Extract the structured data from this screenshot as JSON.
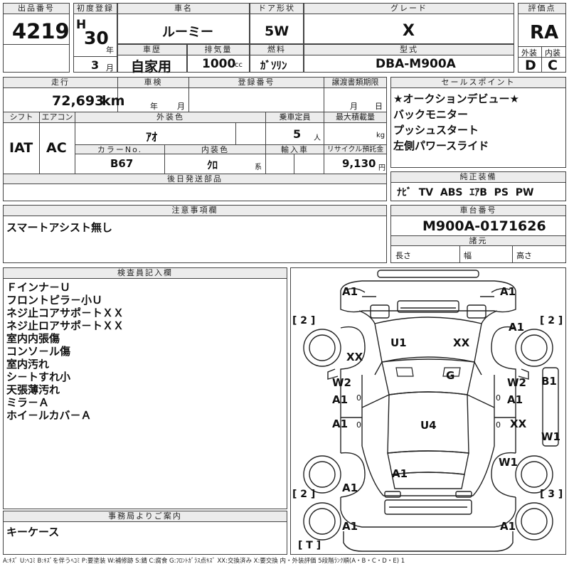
{
  "lot": {
    "label": "出品番号",
    "value": "4219"
  },
  "first_reg": {
    "label": "初度登録",
    "era": "H",
    "year": "30",
    "year_unit": "年",
    "month": "3",
    "month_unit": "月"
  },
  "car_name": {
    "label": "車名",
    "value": "ルーミー"
  },
  "doors": {
    "label": "ドア形状",
    "value": "5W"
  },
  "grade": {
    "label": "グレード",
    "value": "X"
  },
  "score": {
    "label": "評価点",
    "value": "RA"
  },
  "history": {
    "label": "車歴",
    "value": "自家用"
  },
  "displacement": {
    "label": "排気量",
    "value": "1000",
    "unit": "cc"
  },
  "fuel": {
    "label": "燃料",
    "value": "ｶﾞｿﾘﾝ"
  },
  "model_code": {
    "label": "型式",
    "value": "DBA-M900A"
  },
  "exterior_score": {
    "label": "外装",
    "value": "D"
  },
  "interior_score": {
    "label": "内装",
    "value": "C"
  },
  "mileage": {
    "label": "走行",
    "value": "72,693",
    "unit": "km"
  },
  "inspection": {
    "label": "車検",
    "year_unit": "年",
    "month_unit": "月"
  },
  "reg_number": {
    "label": "登録番号"
  },
  "transfer_deadline": {
    "label": "譲渡書類期限",
    "month_unit": "月",
    "day_unit": "日"
  },
  "shift": {
    "label": "シフト",
    "value": "IAT"
  },
  "aircon": {
    "label": "エアコン",
    "value": "AC"
  },
  "exterior_color": {
    "label": "外装色",
    "value": "ｱｵ"
  },
  "capacity": {
    "label": "乗車定員",
    "value": "5",
    "unit": "人"
  },
  "max_load": {
    "label": "最大積載量",
    "unit": "kg"
  },
  "color_no": {
    "label": "カラーNo.",
    "value": "B67"
  },
  "interior_color": {
    "label": "内装色",
    "value": "ｸﾛ",
    "unit": "系"
  },
  "import": {
    "label": "輸入車"
  },
  "recycle": {
    "label": "リサイクル預託金",
    "value": "9,130",
    "unit": "円"
  },
  "later_parts": {
    "label": "後日発送部品"
  },
  "sales_points": {
    "label": "セールスポイント",
    "lines": [
      "★オークションデビュー★",
      "バックモニター",
      "プッシュスタート",
      "左側パワースライド"
    ]
  },
  "equipment": {
    "label": "純正装備",
    "value": "ﾅﾋﾞ  TV  ABS  ｴｱB  PS  PW"
  },
  "caution": {
    "label": "注意事項欄",
    "value": "スマートアシスト無し"
  },
  "chassis": {
    "label": "車台番号",
    "value": "M900A-0171626"
  },
  "specs": {
    "label": "諸元",
    "length": "長さ",
    "width": "幅",
    "height": "高さ"
  },
  "inspector": {
    "label": "検査員記入欄",
    "lines": [
      "Ｆインナ－Ｕ",
      "フロントピラ－小Ｕ",
      "ネジ止コアサポ－トＸＸ",
      "ネジ止ロアサポ－トＸＸ",
      "室内内張傷",
      "コンソ－ル傷",
      "室内汚れ",
      "シ－トすれ小",
      "天張薄汚れ",
      "ミラ－Ａ",
      "ホイ－ルカバ－Ａ"
    ]
  },
  "office": {
    "label": "事務局よりご案内",
    "value": "キーケース"
  },
  "diagram": {
    "marks": [
      {
        "id": "front-left-bumper",
        "text": "A1"
      },
      {
        "id": "front-right-bumper",
        "text": "A1"
      },
      {
        "id": "right-front-fender",
        "text": "A1"
      },
      {
        "id": "left-fender",
        "text": "XX"
      },
      {
        "id": "hood-left",
        "text": "U1"
      },
      {
        "id": "hood-right",
        "text": "XX"
      },
      {
        "id": "windshield",
        "text": "G"
      },
      {
        "id": "left-front-door-1",
        "text": "W2"
      },
      {
        "id": "left-front-door-2",
        "text": "A1"
      },
      {
        "id": "right-front-door-1",
        "text": "W2"
      },
      {
        "id": "right-front-door-2",
        "text": "A1"
      },
      {
        "id": "right-front-pillar",
        "text": "B1"
      },
      {
        "id": "left-rear-door",
        "text": "A1"
      },
      {
        "id": "roof",
        "text": "U4"
      },
      {
        "id": "right-rear-door",
        "text": "XX"
      },
      {
        "id": "right-rocker",
        "text": "W1"
      },
      {
        "id": "right-quarter",
        "text": "W1"
      },
      {
        "id": "back-door",
        "text": "A1"
      },
      {
        "id": "left-quarter",
        "text": "A1"
      },
      {
        "id": "rear-left-bumper",
        "text": "A1"
      },
      {
        "id": "rear-right-bumper",
        "text": "A1"
      }
    ],
    "tires": [
      {
        "id": "front-left",
        "text": "[ 2 ]"
      },
      {
        "id": "front-right",
        "text": "[ 2 ]"
      },
      {
        "id": "rear-left",
        "text": "[ 2 ]"
      },
      {
        "id": "rear-right",
        "text": "[ 3 ]"
      },
      {
        "id": "spare",
        "text": "[ T ]"
      }
    ],
    "zero_marks": [
      "0",
      "0",
      "0",
      "0"
    ]
  },
  "legend": "A:ｷｽﾞ  U:ﾍｺﾐ  B:ｷｽﾞを伴うﾍｺﾐ  P:要塗装  W:補修跡  S:錆  C:腐食  G:ﾌﾛﾝﾄｶﾞﾗｽ点ｷｽﾞ  XX:交換済み  X:要交換   内・外装評価  5段階ﾗﾝｸ順(A・B・C・D・E) 1"
}
